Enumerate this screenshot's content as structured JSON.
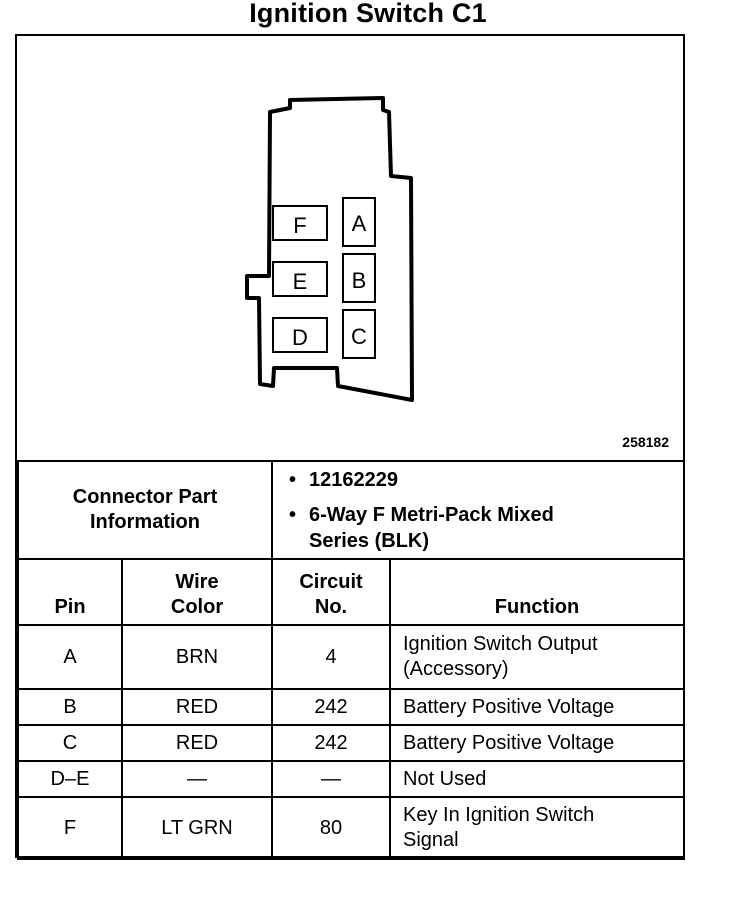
{
  "title": "Ignition Switch C1",
  "figure_number": "258182",
  "connector": {
    "cavities_left": [
      "F",
      "E",
      "D"
    ],
    "cavities_right": [
      "A",
      "B",
      "C"
    ]
  },
  "part_info": {
    "label_line1": "Connector Part",
    "label_line2": "Information",
    "part_number": "12162229",
    "description_line1": "6-Way F Metri-Pack Mixed",
    "description_line2": "Series (BLK)",
    "bullet": "•"
  },
  "headers": {
    "pin": "Pin",
    "wire_color_1": "Wire",
    "wire_color_2": "Color",
    "circuit_1": "Circuit",
    "circuit_2": "No.",
    "function": "Function"
  },
  "rows": [
    {
      "pin": "A",
      "color": "BRN",
      "circuit": "4",
      "function_1": "Ignition Switch Output",
      "function_2": "(Accessory)"
    },
    {
      "pin": "B",
      "color": "RED",
      "circuit": "242",
      "function_1": "Battery Positive Voltage",
      "function_2": ""
    },
    {
      "pin": "C",
      "color": "RED",
      "circuit": "242",
      "function_1": "Battery Positive Voltage",
      "function_2": ""
    },
    {
      "pin": "D–E",
      "color": "—",
      "circuit": "—",
      "function_1": "Not Used",
      "function_2": ""
    },
    {
      "pin": "F",
      "color": "LT GRN",
      "circuit": "80",
      "function_1": "Key In Ignition Switch",
      "function_2": "Signal"
    }
  ]
}
